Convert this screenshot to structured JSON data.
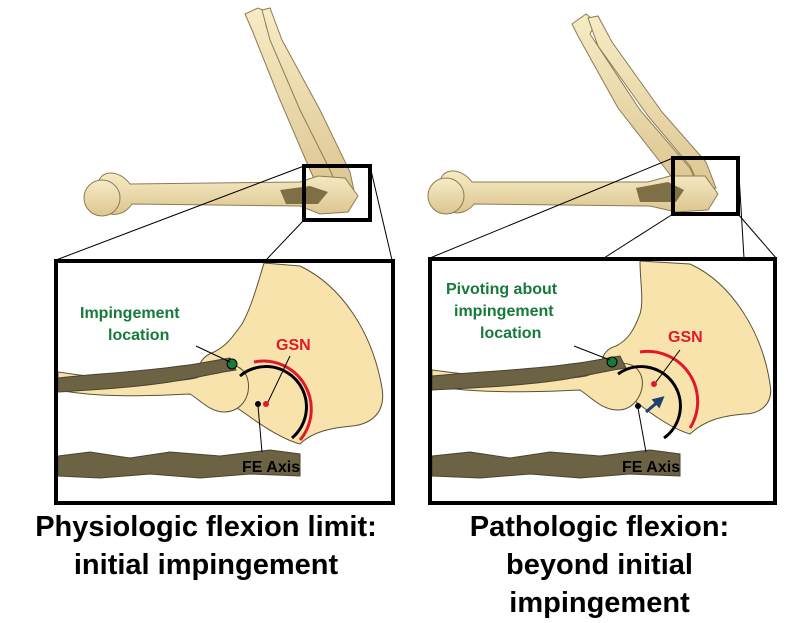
{
  "colors": {
    "bone": "#f1dfaa",
    "bone_stroke": "#5b5137",
    "cartilage": "#6b6344",
    "impingement": "#167a3b",
    "gsn": "#e2182a",
    "axis": "#000000",
    "arrow": "#1d3f73",
    "frame": "#000000"
  },
  "icons": {
    "humerus": "arm-bone-illustration",
    "forearm": "forearm-bones-illustration",
    "joint_detail": "elbow-joint-closeup"
  },
  "left_panel": {
    "impingement_label": [
      "Impingement",
      "location"
    ],
    "gsn_label": "GSN",
    "axis_label": "FE Axis",
    "caption": [
      "Physiologic flexion limit:",
      "initial impingement"
    ]
  },
  "right_panel": {
    "impingement_label": [
      "Pivoting about",
      "impingement",
      "location"
    ],
    "gsn_label": "GSN",
    "axis_label": "FE Axis",
    "caption": [
      "Pathologic flexion:",
      "beyond initial",
      "impingement"
    ]
  }
}
